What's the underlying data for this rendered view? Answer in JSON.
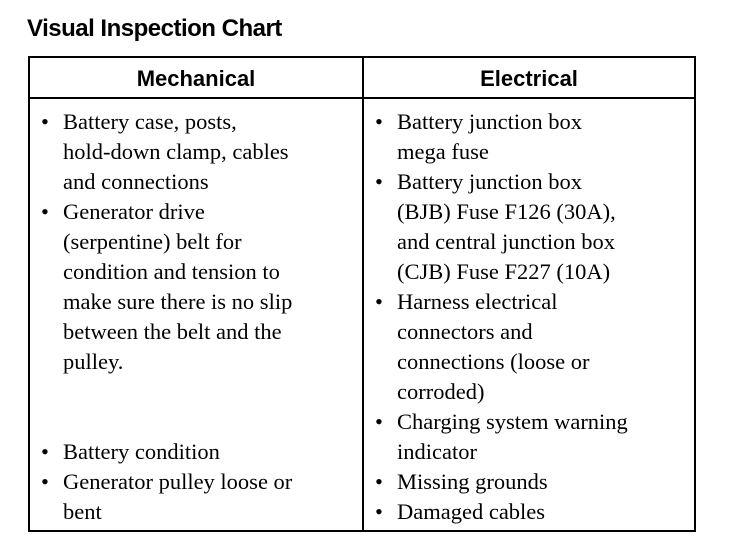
{
  "title": "Visual Inspection Chart",
  "columns": {
    "mechanical": {
      "header": "Mechanical",
      "items_top": [
        {
          "lines": [
            "Battery case, posts,",
            "hold-down clamp, cables",
            "and connections"
          ]
        },
        {
          "lines": [
            "Generator drive",
            "(serpentine) belt for",
            "condition and tension to",
            "make sure there is no slip",
            "between the belt and the",
            "pulley."
          ]
        }
      ],
      "items_bottom": [
        {
          "lines": [
            "Battery condition"
          ]
        },
        {
          "lines": [
            "Generator pulley loose or",
            "bent"
          ]
        }
      ]
    },
    "electrical": {
      "header": "Electrical",
      "items": [
        {
          "lines": [
            "Battery junction box",
            "mega fuse"
          ]
        },
        {
          "lines": [
            "Battery junction box",
            "(BJB) Fuse F126 (30A),",
            "and central junction box",
            "(CJB) Fuse F227 (10A)"
          ]
        },
        {
          "lines": [
            "Harness electrical",
            "connectors and",
            "connections (loose or",
            "corroded)"
          ]
        },
        {
          "lines": [
            "Charging system warning",
            "indicator"
          ]
        },
        {
          "lines": [
            "Missing grounds"
          ]
        },
        {
          "lines": [
            "Damaged cables"
          ]
        }
      ]
    }
  },
  "bullet_glyph": "•"
}
